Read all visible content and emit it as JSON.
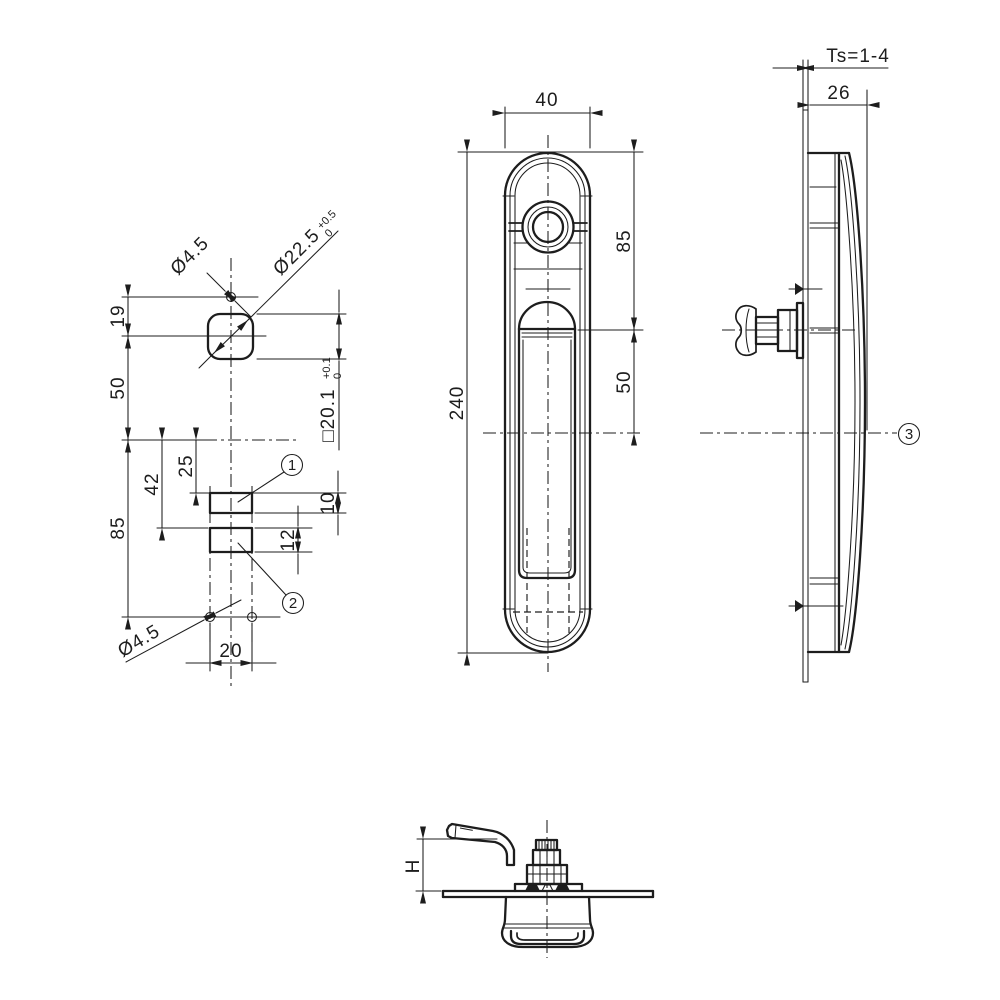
{
  "views": {
    "hole_pattern": {
      "hole_top_dia": "Ø4.5",
      "square_dia": "Ø22.5",
      "square_dia_tol_upper": "+0.5",
      "square_dia_tol_lower": "0",
      "dim_hole_offset": "19",
      "dim_square_to_center": "50",
      "dim_center_to_holes": "85",
      "dim_cutout2_offset": "42",
      "dim_cutout1_offset": "25",
      "square_size": "□20.1",
      "square_size_tol_upper": "+0.1",
      "square_size_tol_lower": "0",
      "dim_cutout1_height": "10",
      "dim_cutout2_height": "12",
      "dim_hole_spacing": "20",
      "hole_bottom_dia": "Ø4.5",
      "balloon_1": "1",
      "balloon_2": "2"
    },
    "front_view": {
      "dim_width": "40",
      "dim_height": "240",
      "dim_top_to_pivot": "85",
      "dim_pivot_to_center": "50"
    },
    "side_view": {
      "panel_thickness": "Ts=1-4",
      "dim_depth": "26",
      "balloon_3": "3"
    },
    "handle_view": {
      "dim_height": "H"
    }
  },
  "colors": {
    "line": "#1d1d1d",
    "background": "#ffffff"
  }
}
